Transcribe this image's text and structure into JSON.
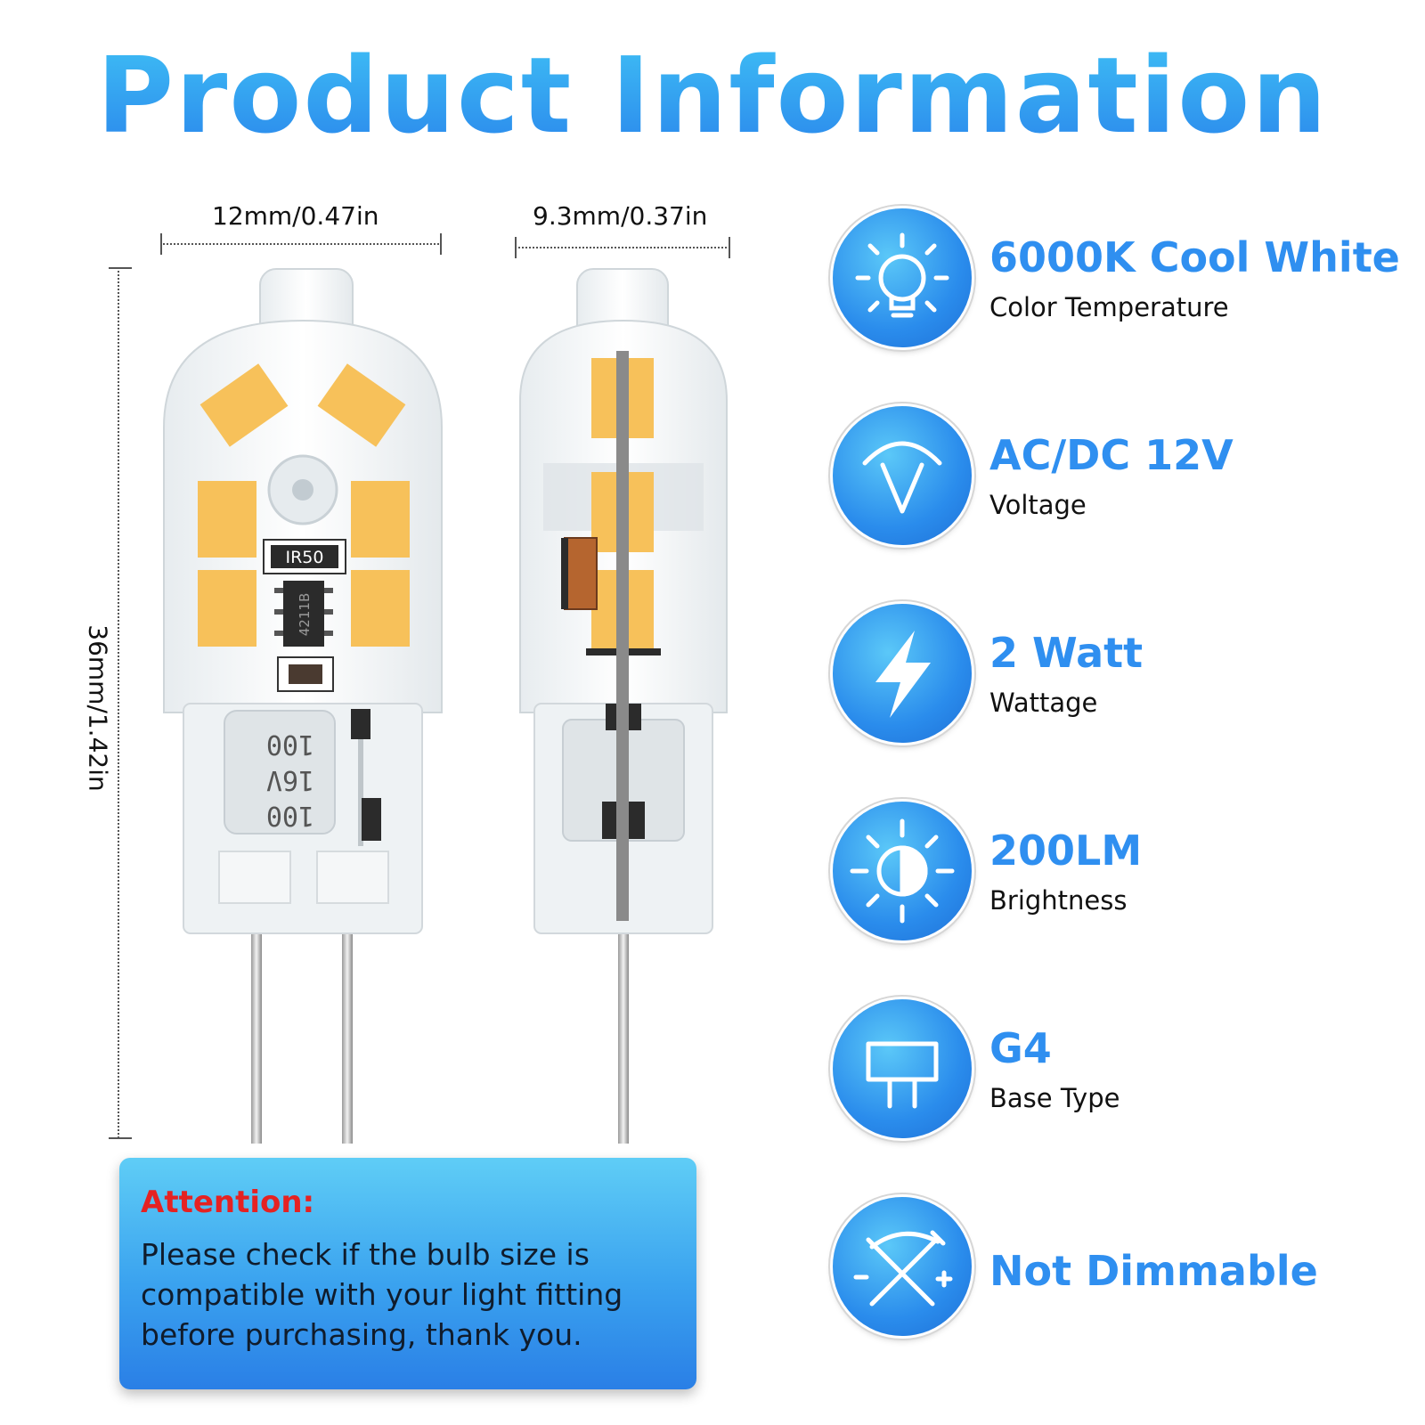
{
  "title": "Product Information",
  "dimensions": {
    "width_front": "12mm/0.47in",
    "width_side": "9.3mm/0.37in",
    "height": "36mm/1.42in"
  },
  "component_markings": {
    "resistor": "IR50",
    "chip": "4211B",
    "capacitor_line1": "100",
    "capacitor_line2": "16V",
    "capacitor_line3": "100"
  },
  "specs": [
    {
      "icon": "light-bulb-icon",
      "value": "6000K Cool White",
      "label": "Color Temperature"
    },
    {
      "icon": "voltage-icon",
      "value": "AC/DC 12V",
      "label": "Voltage"
    },
    {
      "icon": "lightning-bolt-icon",
      "value": "2 Watt",
      "label": "Wattage"
    },
    {
      "icon": "brightness-icon",
      "value": "200LM",
      "label": "Brightness"
    },
    {
      "icon": "base-pins-icon",
      "value": "G4",
      "label": "Base Type"
    },
    {
      "icon": "dimmer-cross-icon",
      "value": "Not Dimmable",
      "label": ""
    }
  ],
  "attention": {
    "title": "Attention:",
    "text": "Please check if the bulb size is compatible with your light fitting before purchasing, thank you."
  },
  "colors": {
    "accent": "#2f8ff0",
    "attention_red": "#e52222",
    "led_yellow": "#f7c15a"
  }
}
